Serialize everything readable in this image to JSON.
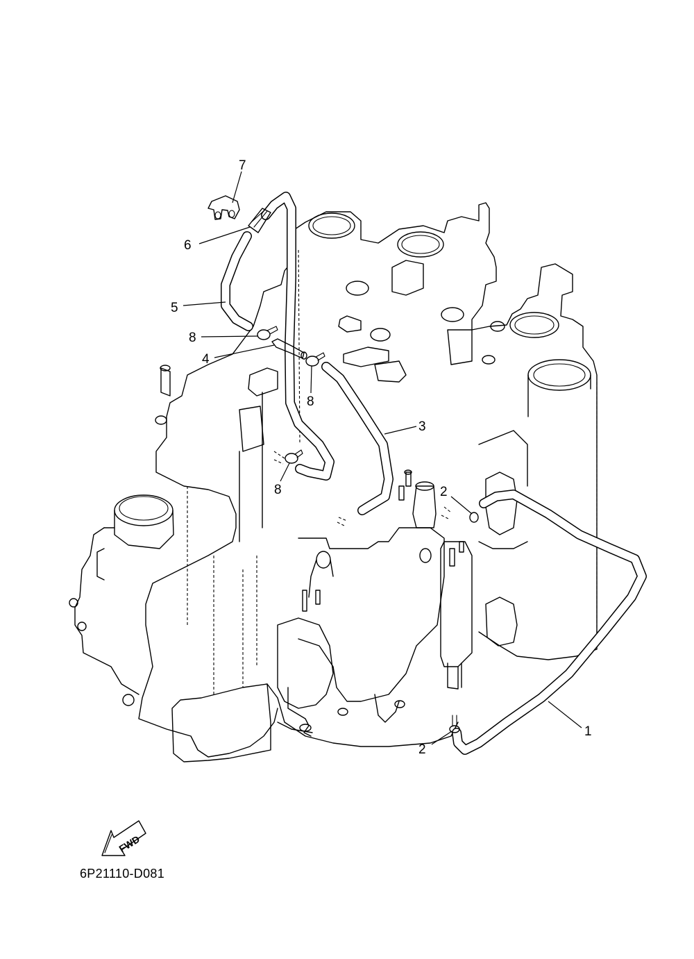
{
  "callouts": [
    {
      "id": "c1",
      "label": "1"
    },
    {
      "id": "c2a",
      "label": "2"
    },
    {
      "id": "c2b",
      "label": "2"
    },
    {
      "id": "c3",
      "label": "3"
    },
    {
      "id": "c4",
      "label": "4"
    },
    {
      "id": "c5",
      "label": "5"
    },
    {
      "id": "c6",
      "label": "6"
    },
    {
      "id": "c7",
      "label": "7"
    },
    {
      "id": "c8a",
      "label": "8"
    },
    {
      "id": "c8b",
      "label": "8"
    },
    {
      "id": "c8c",
      "label": "8"
    }
  ],
  "fwd_label": "FWD",
  "drawing_code": "6P21110-D081"
}
